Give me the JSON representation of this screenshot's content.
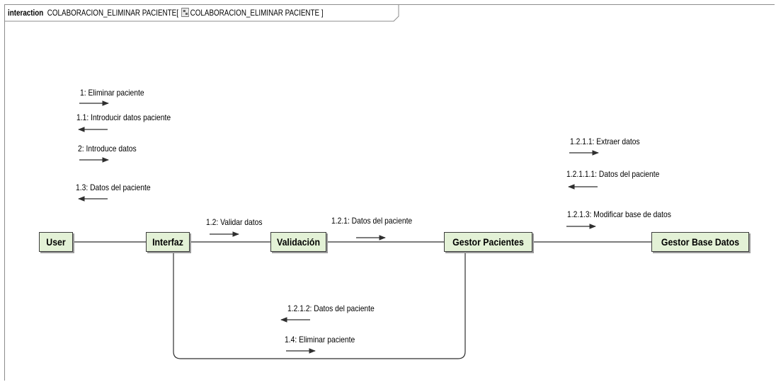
{
  "frame": {
    "keyword": "interaction",
    "name": "COLABORACION_ELIMINAR PACIENTE",
    "bracket_open": "[",
    "ref_name": "COLABORACION_ELIMINAR PACIENTE",
    "bracket_close": "]"
  },
  "lifelines": {
    "user": "User",
    "interfaz": "Interfaz",
    "validacion": "Validación",
    "gestor_pacientes": "Gestor Pacientes",
    "gestor_bd": "Gestor Base  Datos"
  },
  "messages": {
    "m1": "1: Eliminar paciente",
    "m1_1": "1.1: Introducir datos paciente",
    "m2": "2: Introduce datos",
    "m1_3": "1.3: Datos del paciente",
    "m1_2": "1.2: Validar datos",
    "m1_2_1": "1.2.1: Datos del paciente",
    "m1_2_1_1": "1.2.1.1: Extraer datos",
    "m1_2_1_1_1": "1.2.1.1.1: Datos del paciente",
    "m1_2_1_3": "1.2.1.3: Modificar base de datos",
    "m1_2_1_2": "1.2.1.2: Datos del paciente",
    "m1_4": "1.4: Eliminar paciente"
  },
  "icons": {
    "frame_icon": "diagram-icon",
    "arrow_right": "arrow-right-icon",
    "arrow_left": "arrow-left-icon"
  },
  "colors": {
    "lifeline_fill": "#e3f1d6",
    "line": "#2f2f2f"
  }
}
